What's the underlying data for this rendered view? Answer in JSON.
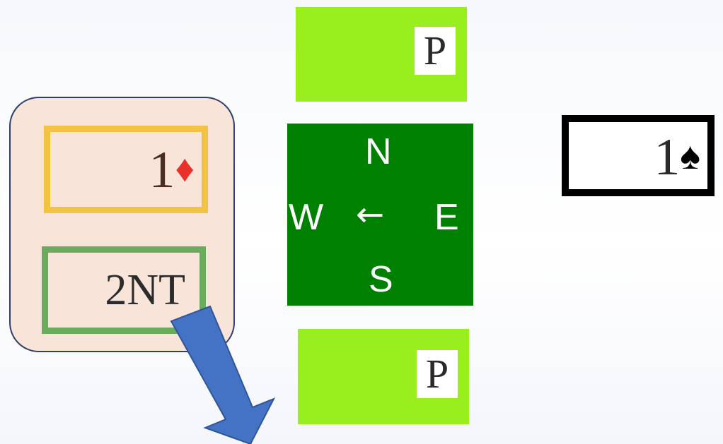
{
  "north_bid": {
    "label": "P"
  },
  "south_bid": {
    "label": "P"
  },
  "compass": {
    "north": "N",
    "west": "W",
    "arrow": "←",
    "east": "E",
    "south": "S"
  },
  "east_bid": {
    "level": "1",
    "suit_symbol": "♠"
  },
  "west_panel": {
    "opening_bid": {
      "level": "1",
      "suit_symbol": "♦"
    },
    "response_bid": {
      "label": "2NT"
    }
  },
  "colors": {
    "pass_box": "#99ee1e",
    "compass_bg": "#008000",
    "panel_bg": "#f9e4da",
    "diamond_border": "#f4c242",
    "nt_border": "#6aab5e",
    "diamond_suit": "#e8312a",
    "pointer_arrow": "#4472c4"
  }
}
